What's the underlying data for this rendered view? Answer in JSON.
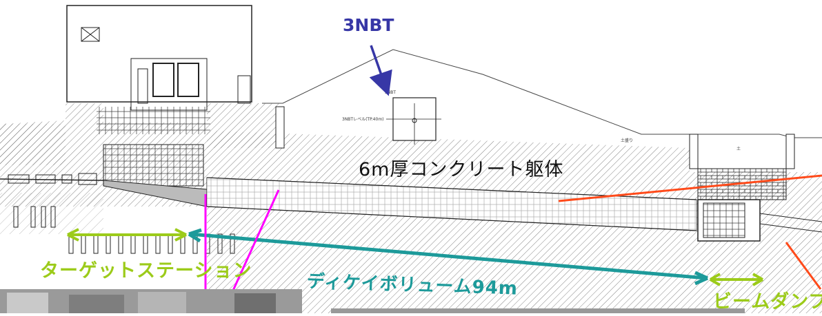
{
  "labels": {
    "three_nbt": "3NBT",
    "concrete": "6m厚コンクリート躯体",
    "target_station": "ターゲットステーション",
    "decay_volume": "ディケイボリューム94m",
    "beam_dump": "ビームダンプ"
  },
  "drawing_text": {
    "nbt_small": "3NBT",
    "nbt_level": "3NBTレベル(TP.40m)",
    "fill": "土盛り",
    "soil": "土"
  },
  "colors": {
    "nbt_label": "#3737a6",
    "accent_green": "#9ccb1a",
    "accent_teal": "#1d9a9a",
    "accent_magenta": "#ff00ff",
    "accent_orange": "#ff4a1a"
  }
}
